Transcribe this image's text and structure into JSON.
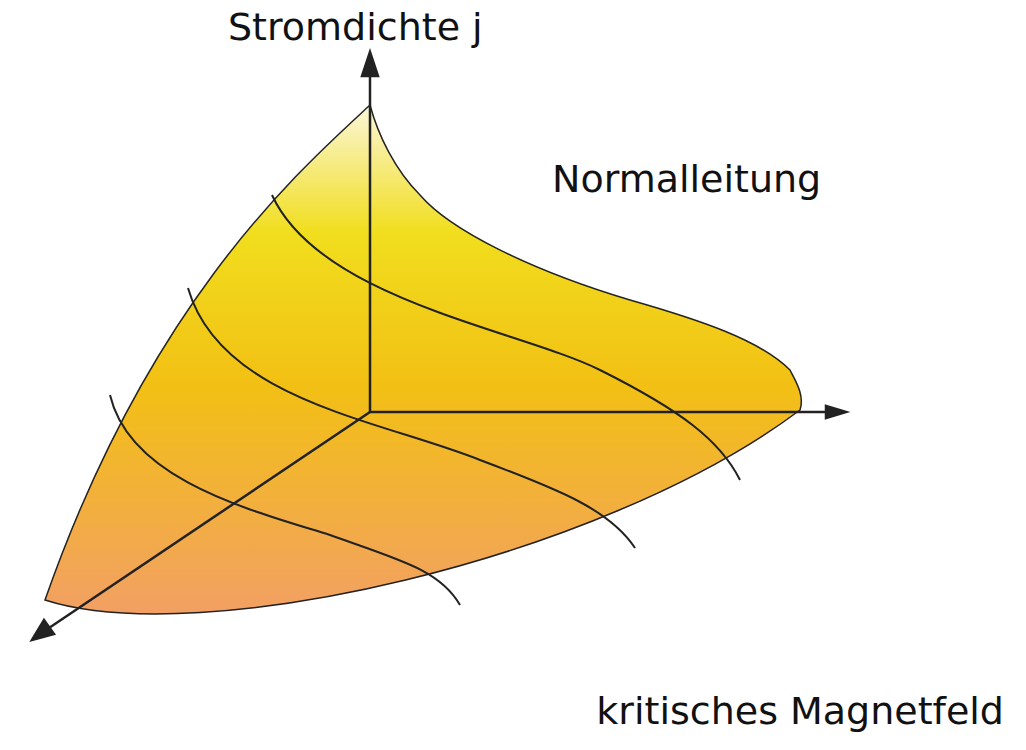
{
  "diagram": {
    "labels": [
      "Stromdichte j",
      "Normalleitung",
      "kritisches Magnetfeld"
    ]
  }
}
